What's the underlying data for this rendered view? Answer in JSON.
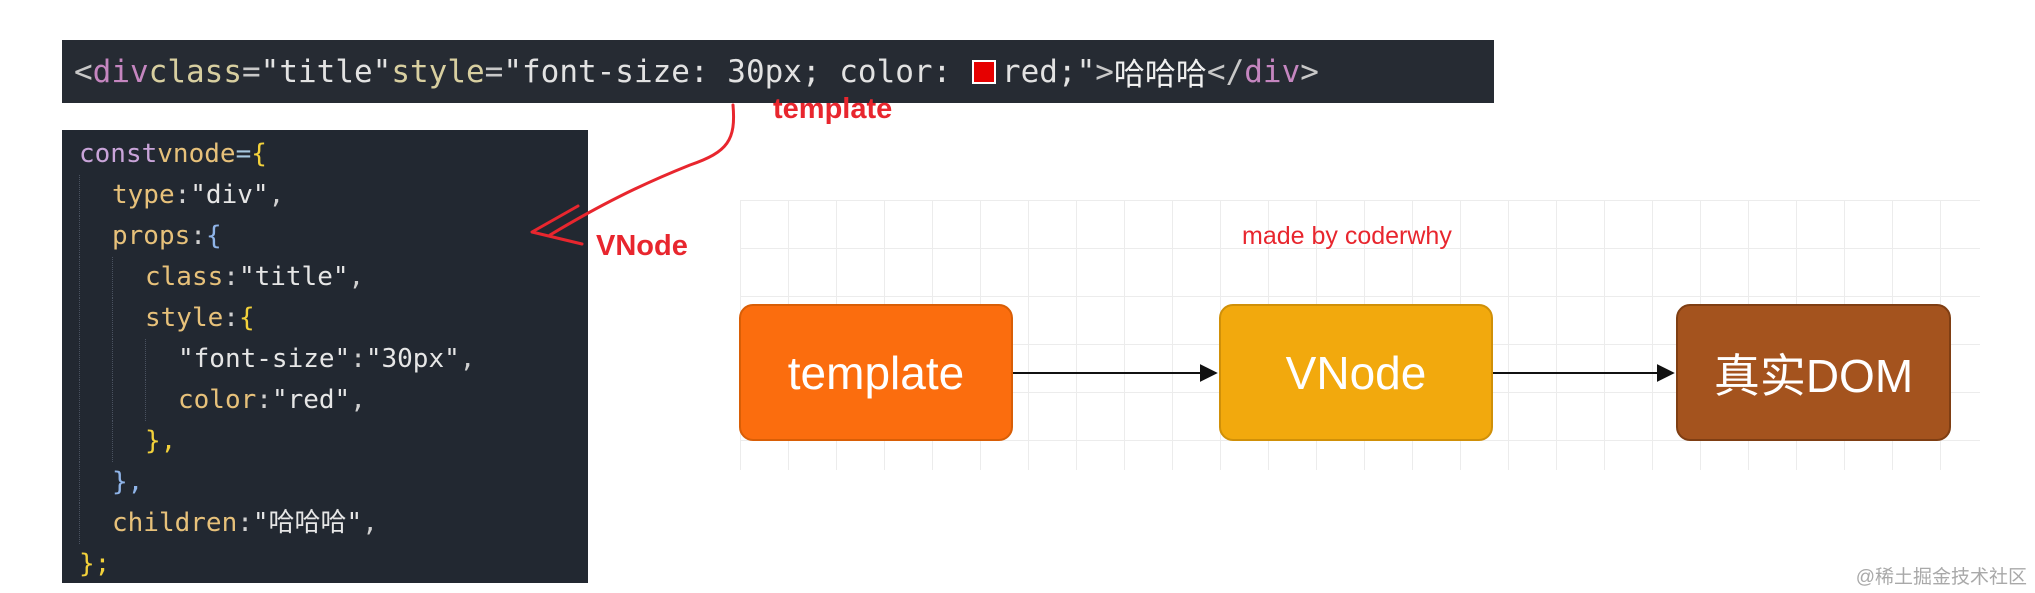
{
  "template_code": {
    "open_bracket": "<",
    "tag": "div",
    "attr_class": "class",
    "class_value": "\"title\"",
    "attr_style": "style",
    "style_value_a": "\"font-size: 30px; color: ",
    "style_value_b": "red;\"",
    "close_open": ">",
    "text": "哈哈哈",
    "close_tag_open": "</",
    "close_tag_name": "div",
    "close_tag_end": ">",
    "swatch_color": "#e60000"
  },
  "vnode_code": {
    "l1_kw": "const",
    "l1_var": "vnode",
    "l1_op": "=",
    "l1_brace": "{",
    "l2_key": "type",
    "l2_val": "\"div\"",
    "l3_key": "props",
    "l3_brace": "{",
    "l4_key": "class",
    "l4_val": "\"title\"",
    "l5_key": "style",
    "l5_brace": "{",
    "l6_key": "\"font-size\"",
    "l6_val": "\"30px\"",
    "l7_key": "color",
    "l7_val": "\"red\"",
    "l8_close": "},",
    "l9_close": "},",
    "l10_key": "children",
    "l10_val": "\"哈哈哈\"",
    "l11_close": "};",
    "colon": ":",
    "comma": ","
  },
  "annotations": {
    "template_label": "template",
    "vnode_label": "VNode",
    "color": "#e8262e"
  },
  "flow": {
    "watermark": "made by coderwhy",
    "boxes": [
      {
        "label": "template",
        "color": "#fb6d0e"
      },
      {
        "label": "VNode",
        "color": "#f2a90d"
      },
      {
        "label": "真实DOM",
        "color": "#a4531e"
      }
    ]
  },
  "footer": {
    "watermark": "@稀土掘金技术社区"
  }
}
